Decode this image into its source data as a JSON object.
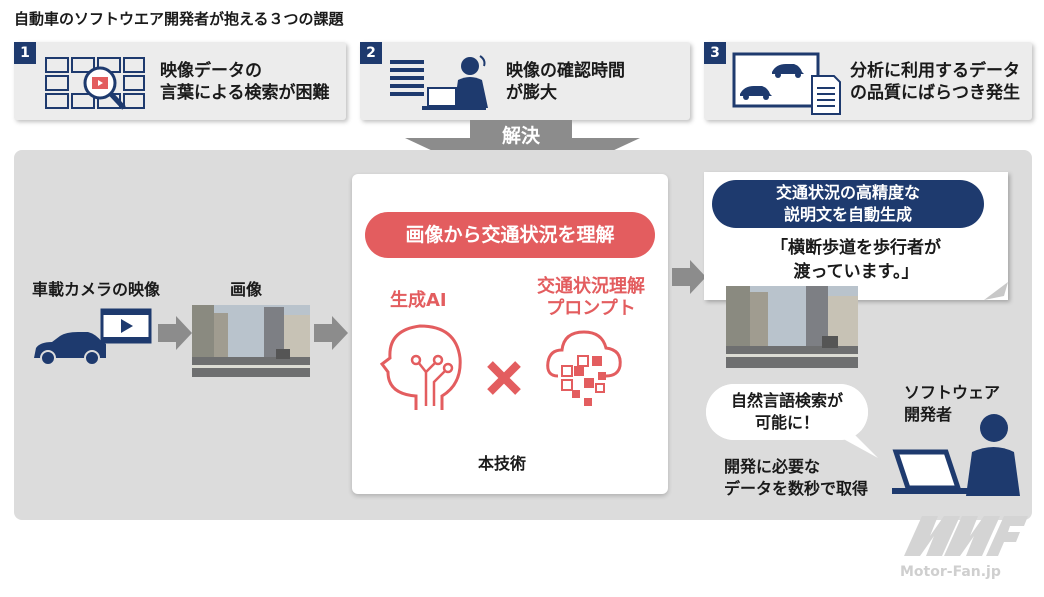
{
  "title": "自動車のソフトウエア開発者が抱える３つの課題",
  "problems": [
    {
      "num": "1",
      "text": "映像データの\n言葉による検索が困難",
      "icon": "video-search-icon"
    },
    {
      "num": "2",
      "text": "映像の確認時間\nが膨大",
      "icon": "person-at-computer-icon"
    },
    {
      "num": "3",
      "text": "分析に利用するデータ\nの品質にばらつき発生",
      "icon": "monitor-cars-document-icon"
    }
  ],
  "solution_label": "解決",
  "left": {
    "camera_label": "車載カメラの映像",
    "image_label": "画像"
  },
  "tech": {
    "pill": "画像から交通状況を理解",
    "gen_ai": "生成AI",
    "prompt": "交通状況理解\nプロンプト",
    "footer": "本技術"
  },
  "description": {
    "pill": "交通状況の高精度な\n説明文を自動生成",
    "quote": "「横断歩道を歩行者が\n渡っています。」"
  },
  "developer": {
    "bubble": "自然言語検索が\n可能に！",
    "label": "ソフトウェア\n開発者",
    "benefit": "開発に必要な\nデータを数秒で取得"
  },
  "watermark": "Motor-Fan.jp",
  "colors": {
    "navy": "#1e3a6e",
    "red": "#e35d5f",
    "panel": "#dcdcdc",
    "arrow": "#8c8c8c"
  }
}
